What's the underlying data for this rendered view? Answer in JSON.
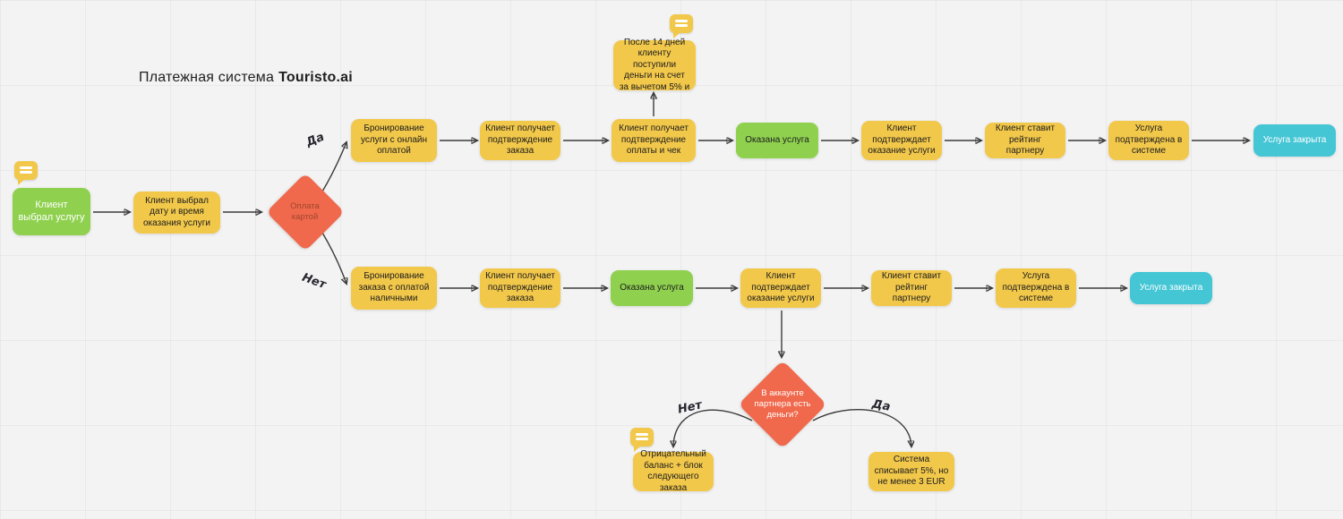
{
  "board": {
    "title_prefix": "Платежная система",
    "title_brand": "Touristo.ai"
  },
  "branch_labels": {
    "card_yes": "Да",
    "card_no": "Нет",
    "money_no": "Нет",
    "money_yes": "Да"
  },
  "nodes": {
    "start": "Клиент выбрал услугу",
    "choose_date": "Клиент выбрал дату и время оказания услуги",
    "pay_by_card": "Оплата картой",
    "online_booking": "Бронирование услуги с онлайн оплатой",
    "online_confirm": "Клиент получает подтверждение заказа",
    "online_payment_receipt": "Клиент получает подтверждение оплаты и чек",
    "note_14_days": "После 14 дней клиенту поступили деньги на счет за вычетом 5% и",
    "online_service_done": "Оказана услуга",
    "online_confirm_service": "Клиент подтверждает оказание услуги",
    "online_rating": "Клиент ставит рейтинг партнеру",
    "online_confirmed_system": "Услуга подтверждена в системе",
    "online_closed": "Услуга закрыта",
    "cash_booking": "Бронирование заказа с оплатой наличными",
    "cash_confirm": "Клиент получает подтверждение заказа",
    "cash_service_done": "Оказана услуга",
    "cash_confirm_service": "Клиент подтверждает оказание услуги",
    "cash_rating": "Клиент ставит рейтинг партнеру",
    "cash_confirmed_system": "Услуга подтверждена в системе",
    "cash_closed": "Услуга закрыта",
    "partner_money": "В аккаунте партнера есть деньги?",
    "negative_balance": "Отрицательный баланс + блок следующего заказа",
    "fee_charge": "Система списывает 5%, но не менее 3 EUR"
  },
  "colors": {
    "yellow": "#F2C84B",
    "green": "#8FD14F",
    "cyan": "#45C6D5",
    "orange": "#F0694C",
    "edge": "#3a3a3a"
  }
}
